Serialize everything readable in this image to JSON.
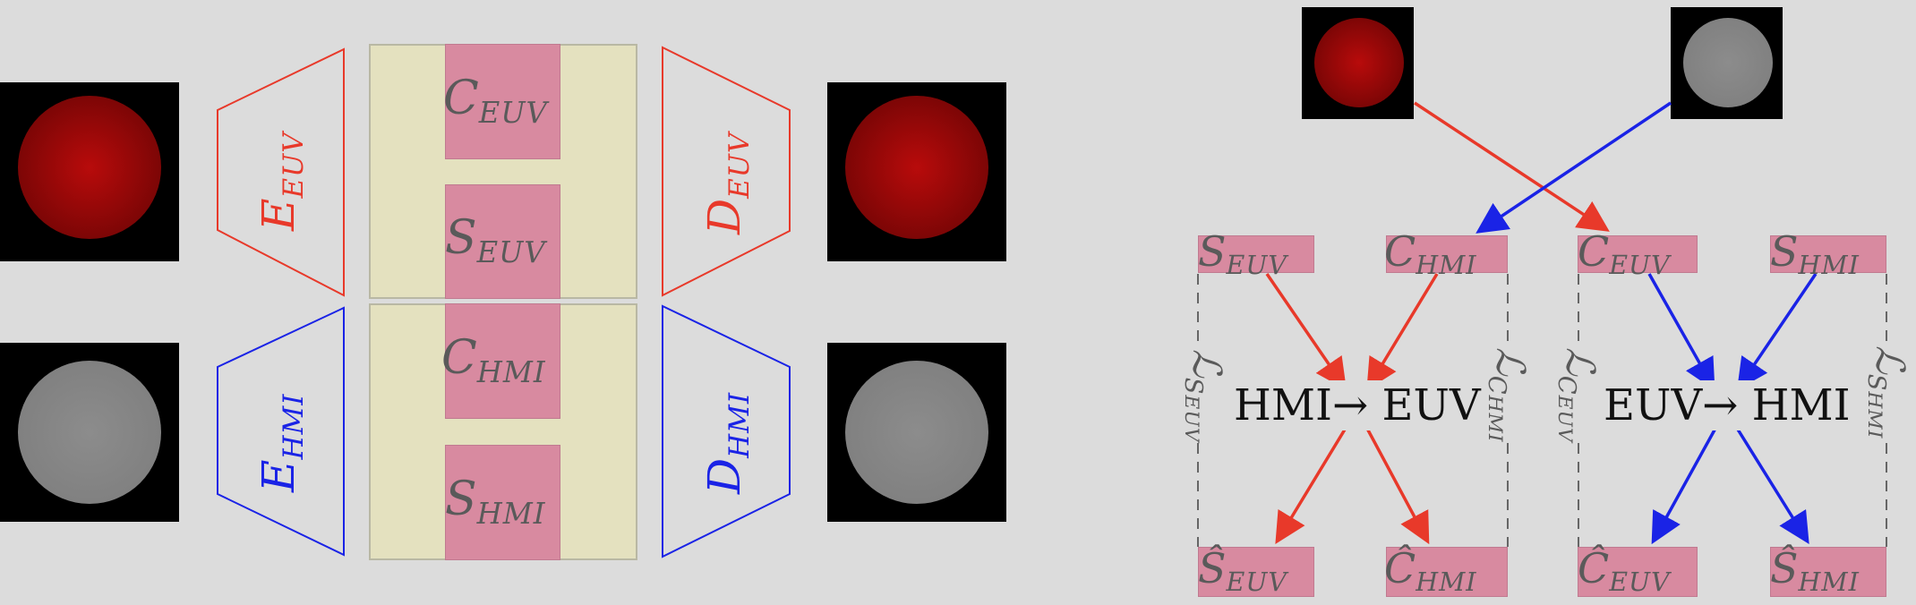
{
  "left_panel": {
    "encoders": [
      {
        "symbol": "E",
        "subscript": "EUV",
        "color": "#e8392a"
      },
      {
        "symbol": "E",
        "subscript": "HMI",
        "color": "#1a23e6"
      }
    ],
    "decoders": [
      {
        "symbol": "D",
        "subscript": "EUV",
        "color": "#e8392a"
      },
      {
        "symbol": "D",
        "subscript": "HMI",
        "color": "#1a23e6"
      }
    ],
    "latents": [
      {
        "symbol": "C",
        "subscript": "EUV"
      },
      {
        "symbol": "S",
        "subscript": "EUV"
      },
      {
        "symbol": "C",
        "subscript": "HMI"
      },
      {
        "symbol": "S",
        "subscript": "HMI"
      }
    ]
  },
  "right_panel": {
    "top_latents": [
      {
        "symbol": "S",
        "subscript": "EUV"
      },
      {
        "symbol": "C",
        "subscript": "HMI"
      },
      {
        "symbol": "C",
        "subscript": "EUV"
      },
      {
        "symbol": "S",
        "subscript": "HMI"
      }
    ],
    "bottom_latents": [
      {
        "symbol": "Ŝ",
        "subscript": "EUV"
      },
      {
        "symbol": "Ĉ",
        "subscript": "HMI"
      },
      {
        "symbol": "Ĉ",
        "subscript": "EUV"
      },
      {
        "symbol": "Ŝ",
        "subscript": "HMI"
      }
    ],
    "translations": [
      {
        "label": "HMI→ EUV"
      },
      {
        "label": "EUV→ HMI"
      }
    ],
    "losses": [
      {
        "symbol": "ℒ",
        "subscript": "S",
        "subsub": "EUV"
      },
      {
        "symbol": "ℒ",
        "subscript": "C",
        "subsub": "HMI"
      },
      {
        "symbol": "ℒ",
        "subscript": "C",
        "subsub": "EUV"
      },
      {
        "symbol": "ℒ",
        "subscript": "S",
        "subsub": "HMI"
      }
    ]
  },
  "colors": {
    "euv": "#e8392a",
    "hmi": "#1a23e6",
    "latent_fill": "#d88aa0",
    "shared_fill": "#e4e1bf",
    "background": "#dcdcdc"
  }
}
